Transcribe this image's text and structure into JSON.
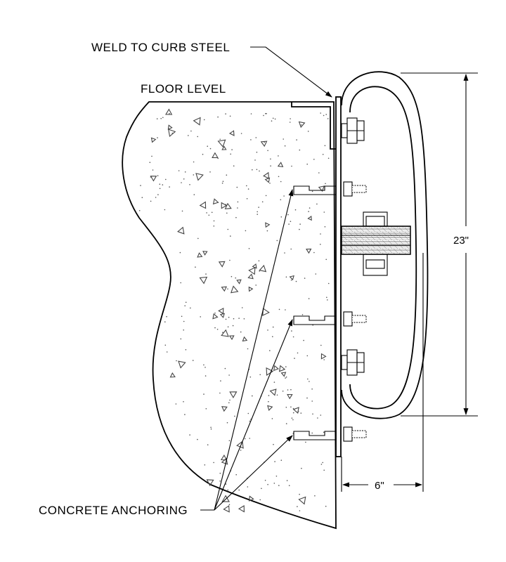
{
  "labels": {
    "weld": "WELD TO CURB STEEL",
    "floor": "FLOOR LEVEL",
    "anchoring": "CONCRETE ANCHORING"
  },
  "dimensions": {
    "height": "23\"",
    "depth": "6\""
  }
}
